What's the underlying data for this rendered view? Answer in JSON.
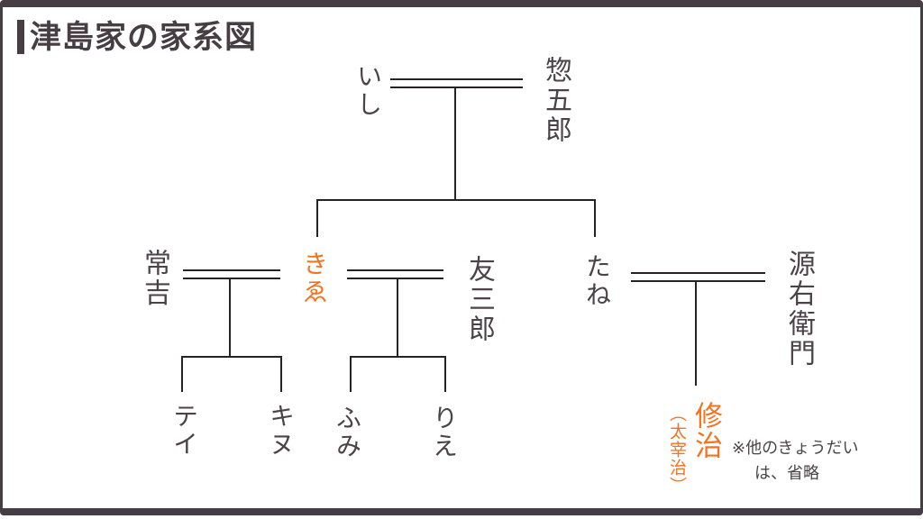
{
  "title": "津島家の家系図",
  "people": {
    "ishi": "いし",
    "sogoro": "惣五郎",
    "tsunekichi": "常吉",
    "kie": "きゑ",
    "tomosaburo": "友三郎",
    "tane": "たね",
    "genemon": "源右衛門",
    "tei": "テイ",
    "kinu": "キヌ",
    "fumi": "ふみ",
    "rie": "りえ",
    "shuji": "修治",
    "shuji_alias": "（太宰治）"
  },
  "note": {
    "line1": "※他のきょうだい",
    "line2": "は、省略"
  },
  "relations": {
    "marriages": [
      {
        "wife": "いし",
        "husband": "惣五郎",
        "children": [
          "きゑ",
          "たね"
        ]
      },
      {
        "husband": "常吉",
        "wife": "きゑ",
        "children": [
          "テイ",
          "キヌ"
        ]
      },
      {
        "wife": "きゑ",
        "husband": "友三郎",
        "children": [
          "ふみ",
          "りえ"
        ]
      },
      {
        "wife": "たね",
        "husband": "源右衛門",
        "children": [
          "修治（太宰治）"
        ]
      }
    ],
    "highlighted": [
      "きゑ",
      "修治（太宰治）"
    ]
  },
  "colors": {
    "ink": "#4b4347",
    "line": "#272324",
    "accent": "#f4731f",
    "frame": "#463e43",
    "background": "#ffffff"
  }
}
